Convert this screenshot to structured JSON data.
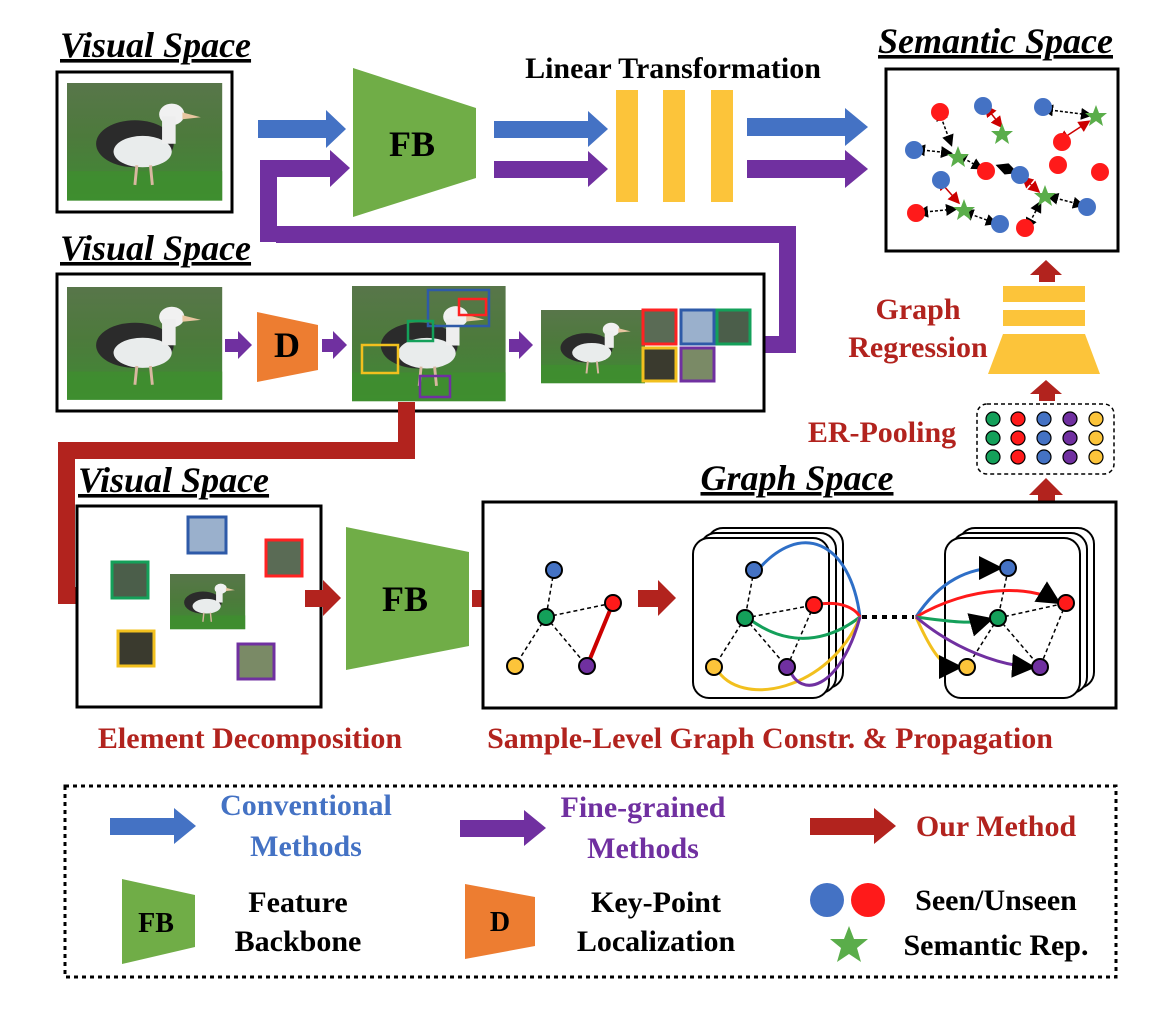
{
  "titles": {
    "visual_space_top": "Visual Space",
    "visual_space_mid": "Visual Space",
    "visual_space_bottom": "Visual Space",
    "semantic_space": "Semantic Space",
    "graph_space": "Graph Space"
  },
  "labels": {
    "linear_transformation": "Linear Transformation",
    "fb_top": "FB",
    "fb_bottom": "FB",
    "d_detector": "D",
    "graph_regression_line1": "Graph",
    "graph_regression_line2": "Regression",
    "er_pooling": "ER-Pooling",
    "element_decomposition": "Element Decomposition",
    "graph_constr": "Sample-Level Graph Constr. & Propagation"
  },
  "legend": {
    "conventional_line1": "Conventional",
    "conventional_line2": "Methods",
    "finegrained_line1": "Fine-grained",
    "finegrained_line2": "Methods",
    "our_method": "Our Method",
    "fb_icon": "FB",
    "feature_line1": "Feature",
    "feature_line2": "Backbone",
    "d_icon": "D",
    "keypoint_line1": "Key-Point",
    "keypoint_line2": "Localization",
    "seen_unseen": "Seen/Unseen",
    "semantic_rep": "Semantic Rep."
  },
  "colors": {
    "conventional_blue": "#4472c4",
    "finegrained_purple": "#7030a0",
    "our_red": "#b2231e",
    "backbone_green": "#70ad47",
    "detector_orange": "#ed7d31",
    "linear_yellow": "#fcc43a",
    "seen_node": "#4472c4",
    "unseen_node": "#ff1a1a",
    "semantic_star": "#5aad4a"
  },
  "icons": [
    "bird-photo",
    "trapezoid-backbone",
    "trapezoid-detector",
    "arrow",
    "star",
    "circle-node"
  ]
}
